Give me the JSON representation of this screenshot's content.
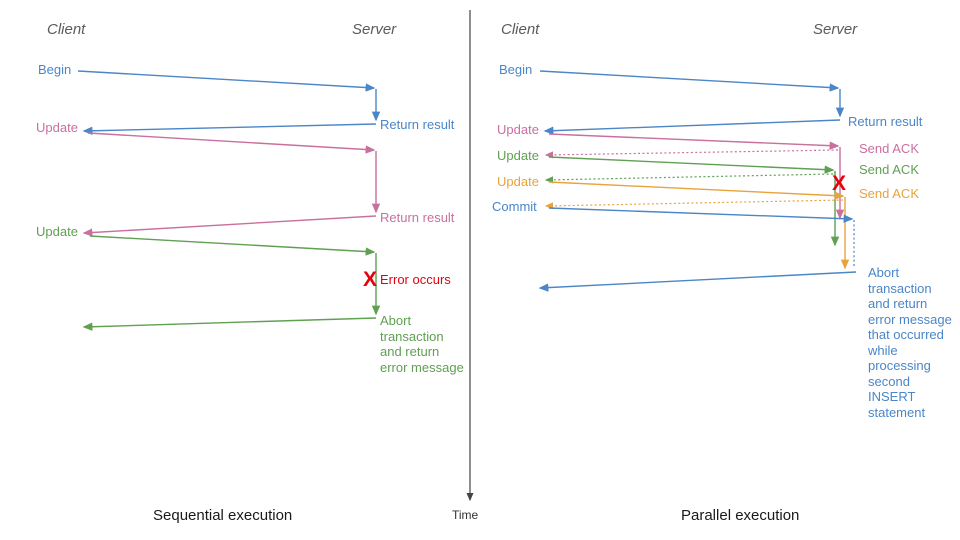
{
  "diagram": {
    "title_left": "Sequential execution",
    "title_right": "Parallel execution",
    "time_axis_label": "Time",
    "colors": {
      "blue": "#4a86c8",
      "pink": "#c9709f",
      "green": "#5fa052",
      "orange": "#e8a33d",
      "red": "#e8000d",
      "header_gray": "#5b5b5b",
      "axis": "#444444"
    }
  },
  "left_panel": {
    "header_client": "Client",
    "header_server": "Server",
    "messages": [
      {
        "label": "Begin",
        "color": "blue",
        "reply": "Return result"
      },
      {
        "label": "Update",
        "color": "pink",
        "reply": "Return result"
      },
      {
        "label": "Update",
        "color": "green",
        "reply": "Abort\ntransaction\nand return\nerror message"
      }
    ],
    "error_note": "Error occurs",
    "error_marker": "X",
    "caption": "Sequential execution"
  },
  "right_panel": {
    "header_client": "Client",
    "header_server": "Server",
    "messages": [
      {
        "label": "Begin",
        "color": "blue",
        "reply": "Return result"
      },
      {
        "label": "Update",
        "color": "pink",
        "reply": "Send ACK"
      },
      {
        "label": "Update",
        "color": "green",
        "reply": "Send ACK"
      },
      {
        "label": "Update",
        "color": "orange",
        "reply": "Send ACK"
      },
      {
        "label": "Commit",
        "color": "blue",
        "reply": "Abort\ntransaction\nand return\nerror message\nthat occurred\nwhile\nprocessing\nsecond\nINSERT\nstatement"
      }
    ],
    "error_marker": "X",
    "caption": "Parallel execution"
  }
}
